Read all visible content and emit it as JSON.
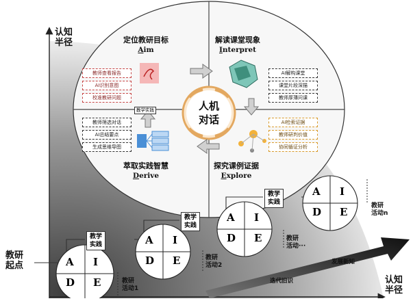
{
  "axis": {
    "y_label_line1": "认知",
    "y_label_line2": "半径",
    "x_label_line1": "认知",
    "x_label_line2": "半径",
    "start_line1": "教研",
    "start_line2": "起点"
  },
  "center": {
    "line1": "人机",
    "line2": "对话"
  },
  "connector_tag": "教学实践",
  "phases": {
    "aim": {
      "zh": "定位教研目标",
      "en_initial": "A",
      "en_rest": "im",
      "items": [
        "教师查看报告",
        "AI识别意图",
        "校准教研问题"
      ]
    },
    "interpret": {
      "zh": "解读课堂现象",
      "en_initial": "I",
      "en_rest": "nterpret",
      "items": [
        "AI解构课堂",
        "课堂片段深描",
        "教师厚薄问课"
      ]
    },
    "explore": {
      "zh": "探究课例证据",
      "en_initial": "E",
      "en_rest": "xplore",
      "items": [
        "AI检索证据",
        "教师研判价值",
        "协同循证分析"
      ]
    },
    "derive": {
      "zh": "萃取实践智慧",
      "en_initial": "D",
      "en_rest": "erive",
      "items": [
        "教师筛选对话",
        "AI总结要点",
        "生成思维导图"
      ]
    }
  },
  "cycle_letters": {
    "a": "A",
    "i": "I",
    "d": "D",
    "e": "E"
  },
  "practice_label_line1": "教学",
  "practice_label_line2": "实践",
  "activities": [
    {
      "line1": "教研",
      "line2": "活动1"
    },
    {
      "line1": "教研",
      "line2": "活动2"
    },
    {
      "line1": "教研",
      "line2": "活动···"
    },
    {
      "line1": "教研",
      "line2": "活动n"
    }
  ],
  "bands": {
    "develop": "发展新知",
    "iterate": "迭代旧识"
  },
  "colors": {
    "aim_box": "#c64545",
    "explore_box": "#d89a2a",
    "gradient_dark": "#555555",
    "circle_bg": "#f7f7f7"
  }
}
